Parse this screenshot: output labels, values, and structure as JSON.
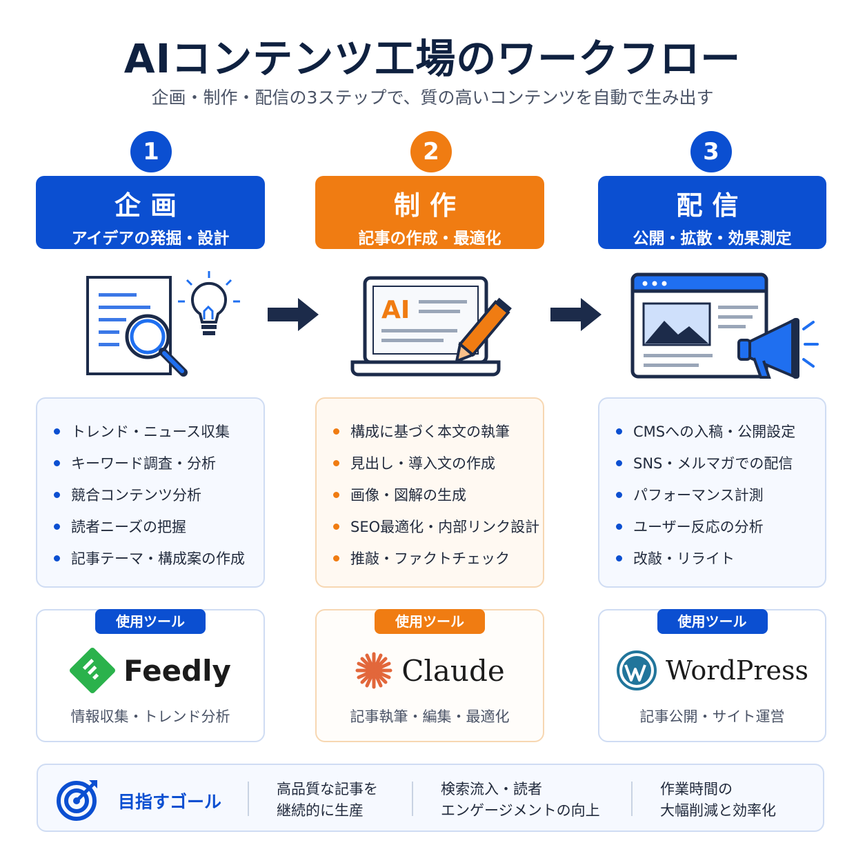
{
  "title": "AIコンテンツ工場のワークフロー",
  "subtitle": "企画・制作・配信の3ステップで、質の高いコンテンツを自動で生み出す",
  "colors": {
    "blue": "#0b4fd1",
    "orange": "#f07c12",
    "navy": "#0f2140"
  },
  "steps": [
    {
      "number": "1",
      "title": "企画",
      "subtitle": "アイデアの発掘・設計",
      "icon": "document-search-lightbulb-icon",
      "items": [
        "トレンド・ニュース収集",
        "キーワード調査・分析",
        "競合コンテンツ分析",
        "読者ニーズの把握",
        "記事テーマ・構成案の作成"
      ],
      "tool_label": "使用ツール",
      "tool_name": "Feedly",
      "tool_desc": "情報収集・トレンド分析"
    },
    {
      "number": "2",
      "title": "制作",
      "subtitle": "記事の作成・最適化",
      "icon": "laptop-ai-pencil-icon",
      "screen_text": "AI",
      "items": [
        "構成に基づく本文の執筆",
        "見出し・導入文の作成",
        "画像・図解の生成",
        "SEO最適化・内部リンク設計",
        "推敲・ファクトチェック"
      ],
      "tool_label": "使用ツール",
      "tool_name": "Claude",
      "tool_desc": "記事執筆・編集・最適化"
    },
    {
      "number": "3",
      "title": "配信",
      "subtitle": "公開・拡散・効果測定",
      "icon": "browser-megaphone-icon",
      "items": [
        "CMSへの入稿・公開設定",
        "SNS・メルマガでの配信",
        "パフォーマンス計測",
        "ユーザー反応の分析",
        "改敲・リライト"
      ],
      "tool_label": "使用ツール",
      "tool_name": "WordPress",
      "tool_desc": "記事公開・サイト運営"
    }
  ],
  "goal": {
    "label": "目指すゴール",
    "items": [
      {
        "line1": "高品質な記事を",
        "line2": "継続的に生産"
      },
      {
        "line1": "検索流入・読者",
        "line2": "エンゲージメントの向上"
      },
      {
        "line1": "作業時間の",
        "line2": "大幅削減と効率化"
      }
    ]
  }
}
